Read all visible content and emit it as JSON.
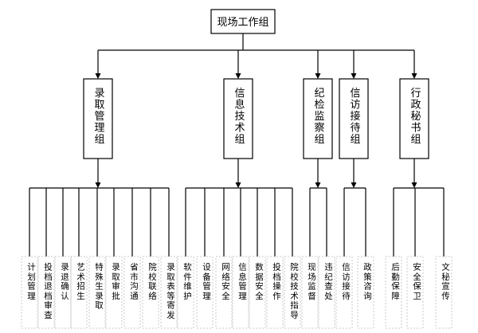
{
  "root": {
    "label": "现场工作组"
  },
  "groups": [
    {
      "label": "录取管理组",
      "tasks": [
        "计划管理",
        "投档退档审查",
        "录退确认",
        "艺术招生",
        "特殊生录取",
        "录取审批",
        "省市沟通",
        "院校联络",
        "录取表等寄发"
      ]
    },
    {
      "label": "信息技术组",
      "tasks": [
        "软件维护",
        "设备管理",
        "网络安全",
        "信息管理",
        "数据安全",
        "投档操作",
        "院校技术指导"
      ]
    },
    {
      "label": "纪检监察组",
      "tasks": [
        "现场监督",
        "违纪查处"
      ]
    },
    {
      "label": "信访接待组",
      "tasks": [
        "信访接待",
        "政策咨询"
      ]
    },
    {
      "label": "行政秘书组",
      "tasks": [
        "后勤保障",
        "安全保卫",
        "文秘宣传"
      ]
    }
  ],
  "colors": {
    "line": "#000000",
    "box_border": "#000000",
    "leaf_border": "#bbbbbb",
    "text": "#000000"
  }
}
